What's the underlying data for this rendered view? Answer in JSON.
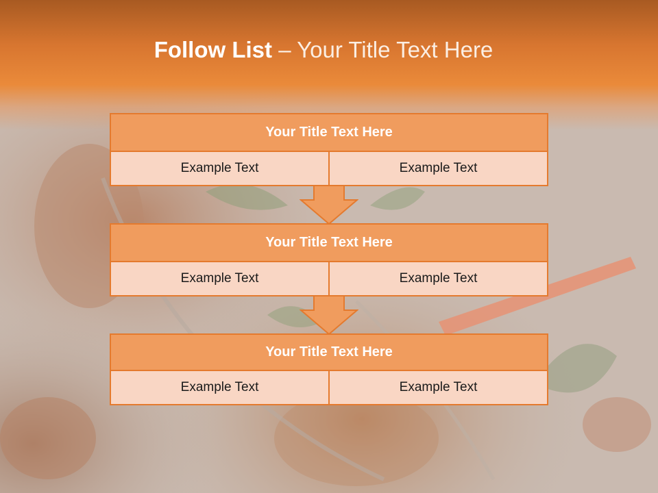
{
  "slide": {
    "title_bold": "Follow List",
    "title_rest": " – Your Title Text Here"
  },
  "blocks": [
    {
      "title": "Your Title Text Here",
      "left": "Example Text",
      "right": "Example Text"
    },
    {
      "title": "Your Title Text Here",
      "left": "Example Text",
      "right": "Example Text"
    },
    {
      "title": "Your Title Text Here",
      "left": "Example Text",
      "right": "Example Text"
    }
  ],
  "colors": {
    "header_orange": "#ea8a3a",
    "block_title_fill": "#f09c5e",
    "block_cell_fill": "#f9d6c4",
    "block_border": "#e47a2e"
  },
  "icons": [
    "down-arrow-icon"
  ]
}
